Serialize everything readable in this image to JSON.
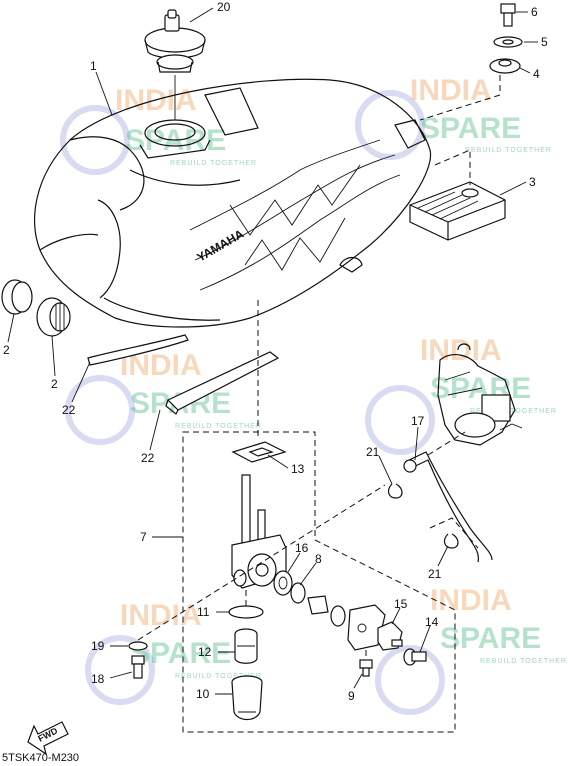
{
  "diagram_code": "5TSK470-M230",
  "tank_brand": "YAMAHA",
  "forward_marker": "FWD",
  "watermark": {
    "word1": "INDIA",
    "word2": "SPARE",
    "tagline": "REBUILD TOGETHER"
  },
  "callouts": [
    {
      "id": "c-20",
      "label": "20"
    },
    {
      "id": "c-1",
      "label": "1"
    },
    {
      "id": "c-6",
      "label": "6"
    },
    {
      "id": "c-5",
      "label": "5"
    },
    {
      "id": "c-4",
      "label": "4"
    },
    {
      "id": "c-3",
      "label": "3"
    },
    {
      "id": "c-2a",
      "label": "2"
    },
    {
      "id": "c-2b",
      "label": "2"
    },
    {
      "id": "c-22a",
      "label": "22"
    },
    {
      "id": "c-22b",
      "label": "22"
    },
    {
      "id": "c-13",
      "label": "13"
    },
    {
      "id": "c-7",
      "label": "7"
    },
    {
      "id": "c-21a",
      "label": "21"
    },
    {
      "id": "c-17",
      "label": "17"
    },
    {
      "id": "c-21b",
      "label": "21"
    },
    {
      "id": "c-16",
      "label": "16"
    },
    {
      "id": "c-8",
      "label": "8"
    },
    {
      "id": "c-11",
      "label": "11"
    },
    {
      "id": "c-15",
      "label": "15"
    },
    {
      "id": "c-14",
      "label": "14"
    },
    {
      "id": "c-19",
      "label": "19"
    },
    {
      "id": "c-12",
      "label": "12"
    },
    {
      "id": "c-18",
      "label": "18"
    },
    {
      "id": "c-10",
      "label": "10"
    },
    {
      "id": "c-9",
      "label": "9"
    }
  ]
}
